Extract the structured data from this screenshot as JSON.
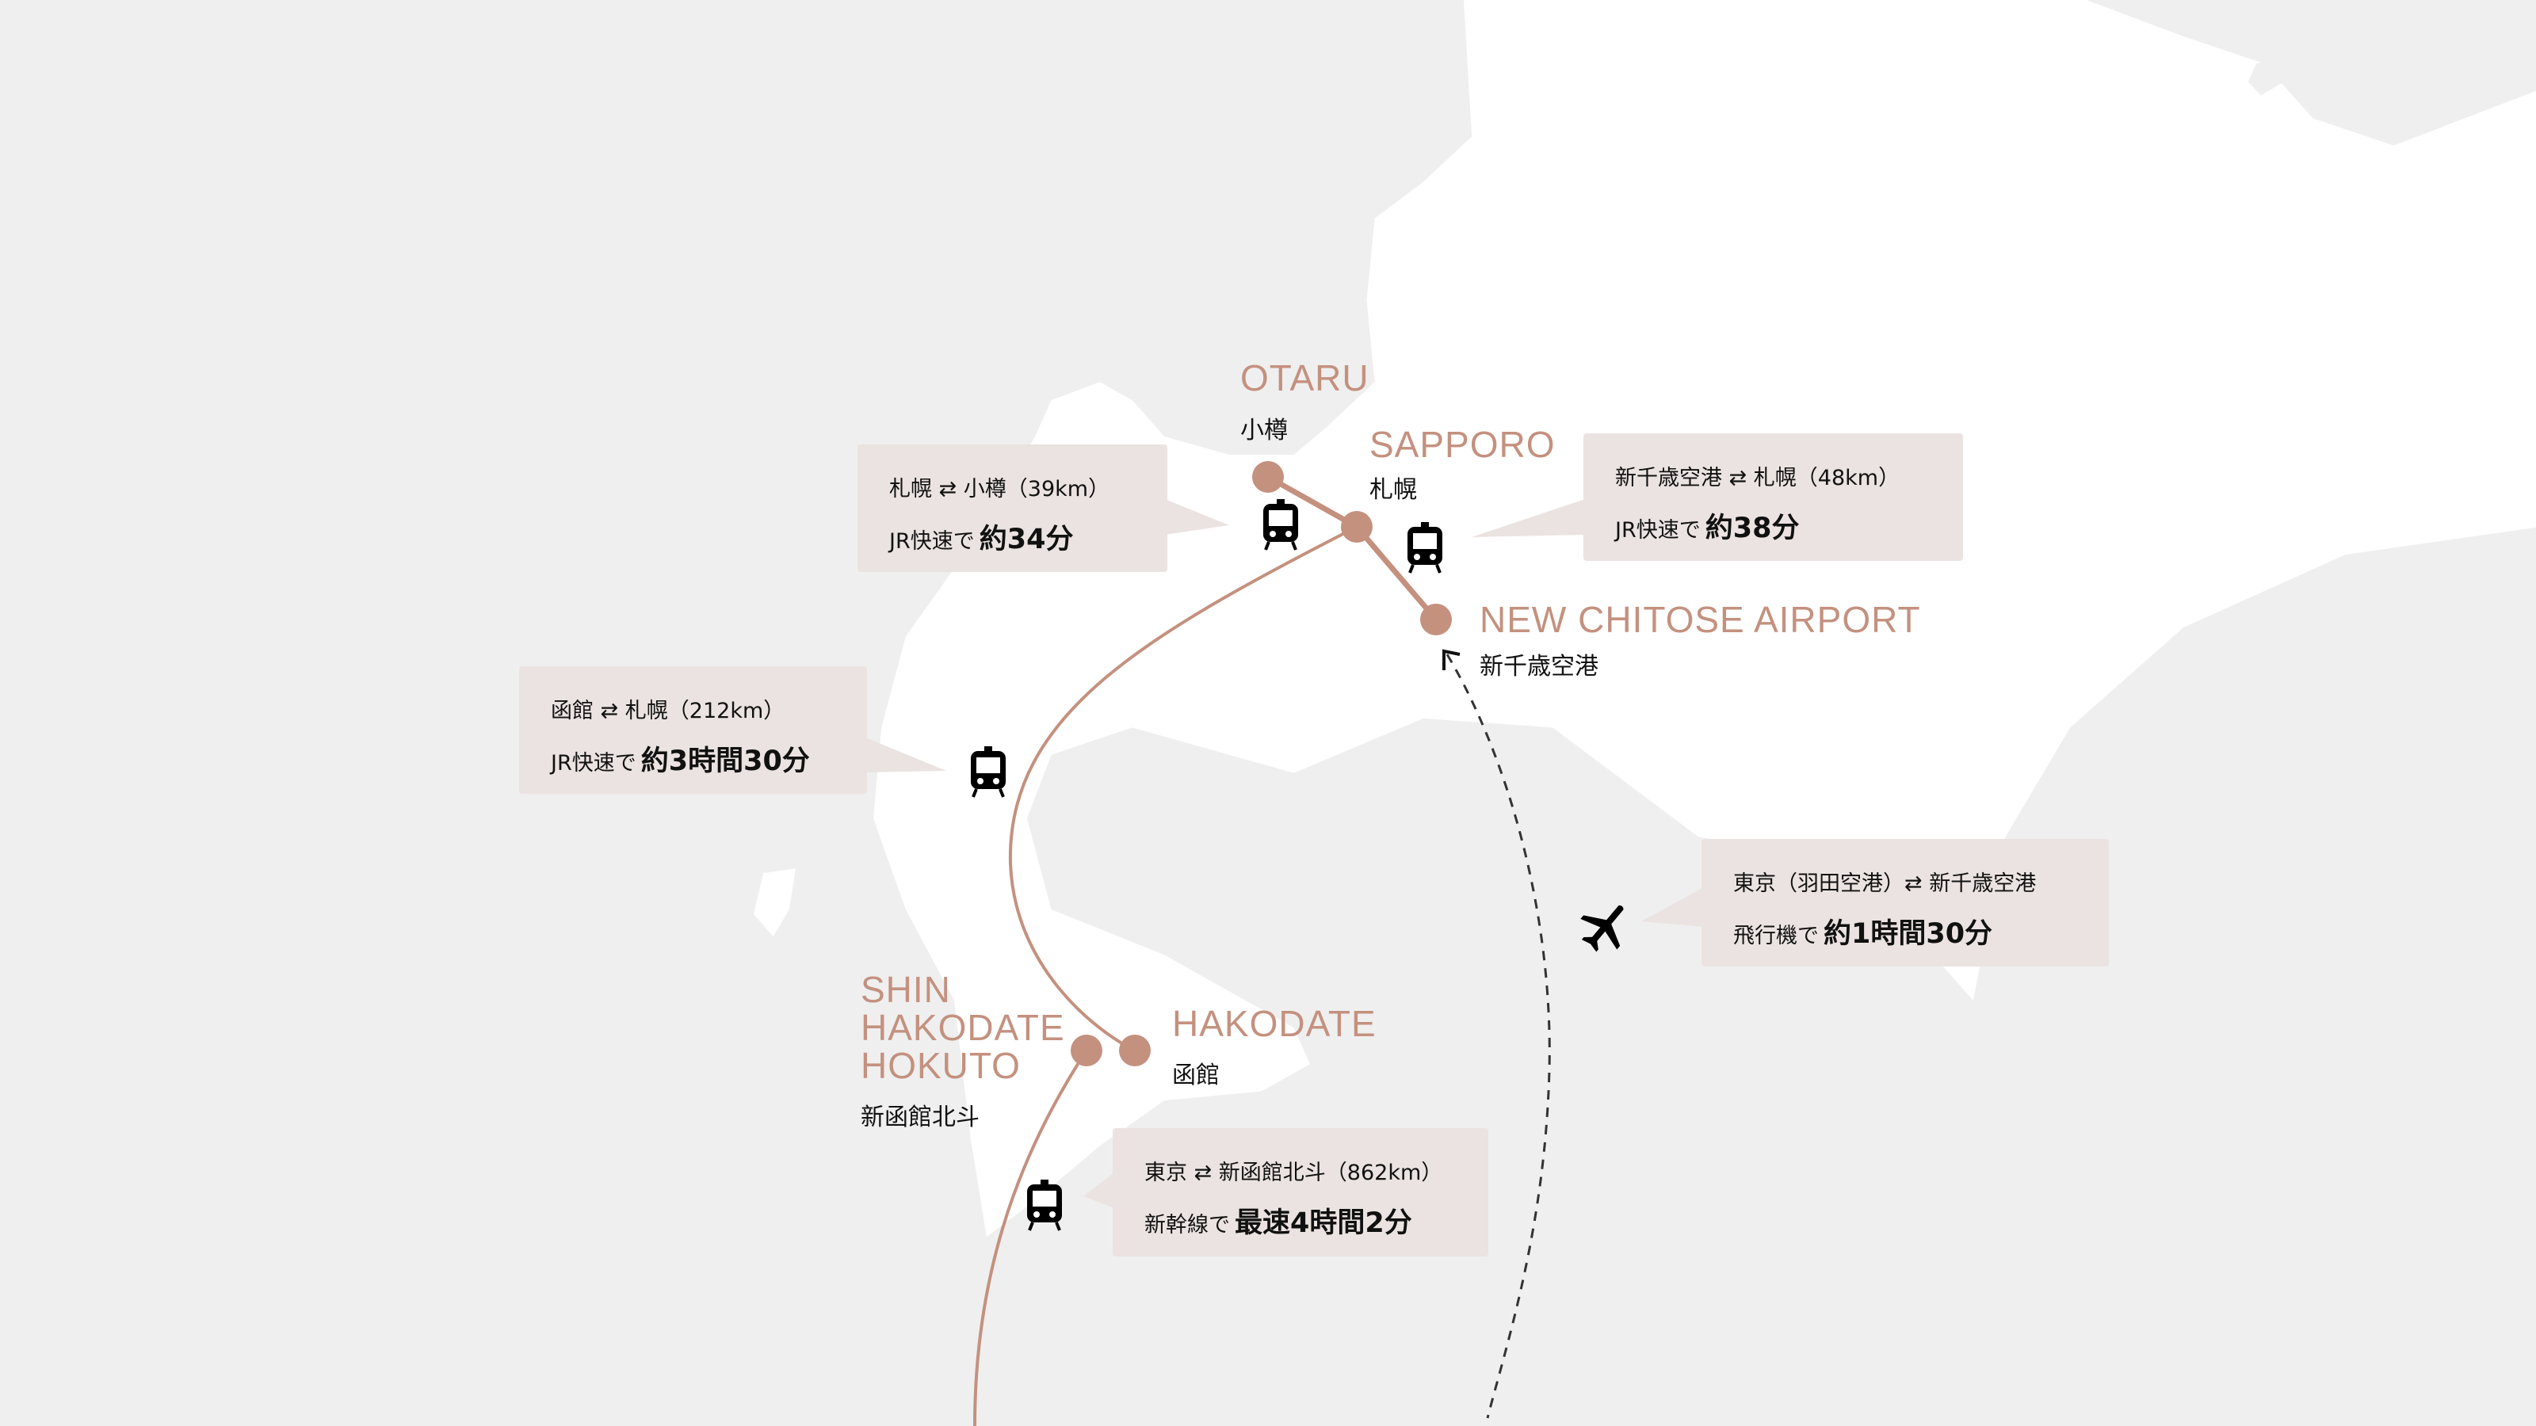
{
  "colors": {
    "accent": "#c4917f",
    "land": "#ffffff",
    "sea": "#efefef",
    "box": "#ebe3e1"
  },
  "stations": {
    "otaru": {
      "en": "OTARU",
      "jp": "小樽"
    },
    "sapporo": {
      "en": "SAPPORO",
      "jp": "札幌"
    },
    "airport": {
      "en": "NEW CHITOSE AIRPORT",
      "jp": "新千歳空港"
    },
    "hakodate": {
      "en": "HAKODATE",
      "jp": "函館"
    },
    "shin_hakodate": {
      "en1": "SHIN",
      "en2": "HAKODATE",
      "en3": "HOKUTO",
      "jp": "新函館北斗"
    }
  },
  "routes": [
    {
      "line1": "札幌 ⇄ 小樽（39km）",
      "pre": "JR快速で",
      "time": "約34分",
      "icon": "train-icon"
    },
    {
      "line1": "新千歳空港 ⇄ 札幌（48km）",
      "pre": "JR快速で",
      "time": "約38分",
      "icon": "train-icon"
    },
    {
      "line1": "函館 ⇄ 札幌（212km）",
      "pre": "JR快速で",
      "time": "約3時間30分",
      "icon": "train-icon"
    },
    {
      "line1": "東京（羽田空港）⇄ 新千歳空港",
      "pre": "飛行機で",
      "time": "約1時間30分",
      "icon": "airplane-icon"
    },
    {
      "line1": "東京 ⇄ 新函館北斗（862km）",
      "pre": "新幹線で",
      "time": "最速4時間2分",
      "icon": "train-icon"
    }
  ]
}
